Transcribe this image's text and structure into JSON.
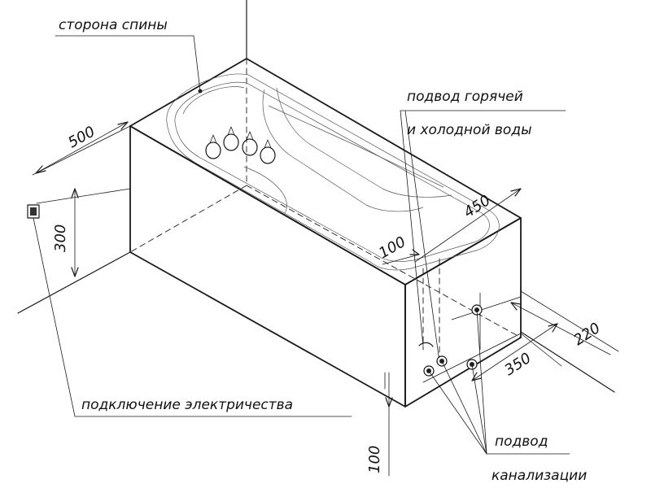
{
  "labels": {
    "back_side": "сторона спины",
    "water_supply_line1": "подвод горячей",
    "water_supply_line2": "и холодной воды",
    "electric": "подключение электричества",
    "sewer_line1": "подвод",
    "sewer_line2": "канализации"
  },
  "dimensions": {
    "d500": "500",
    "d300": "300",
    "d450": "450",
    "d100_top": "100",
    "d220": "220",
    "d350": "350",
    "d100_bottom": "100"
  },
  "colors": {
    "line": "#1a1a1a",
    "background": "#ffffff"
  }
}
